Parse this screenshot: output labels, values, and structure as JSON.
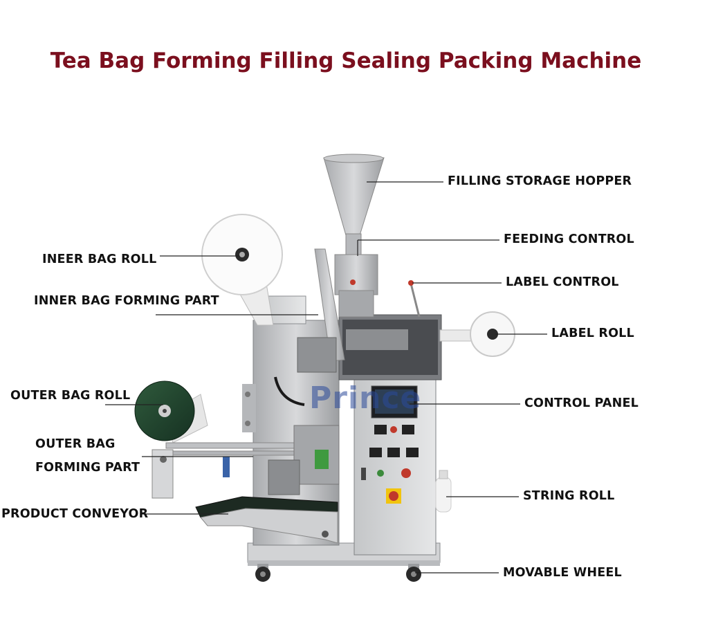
{
  "title": "Tea Bag Forming Filling Sealing Packing Machine",
  "title_color": "#7b0f1e",
  "watermark": "Prince",
  "labels": {
    "filling_storage_hopper": "FILLING STORAGE HOPPER",
    "feeding_control": "FEEDING CONTROL",
    "label_control": "LABEL CONTROL",
    "label_roll": "LABEL ROLL",
    "control_panel": "CONTROL PANEL",
    "string_roll": "STRING ROLL",
    "movable_wheel": "MOVABLE WHEEL",
    "ineer_bag_roll": "INEER BAG ROLL",
    "inner_bag_forming_part": "INNER BAG FORMING PART",
    "outer_bag_roll": "OUTER BAG ROLL",
    "outer_bag_forming_part_line1": "OUTER BAG",
    "outer_bag_forming_part_line2": "FORMING PART",
    "product_conveyor": "PRODUCT CONVEYOR"
  }
}
